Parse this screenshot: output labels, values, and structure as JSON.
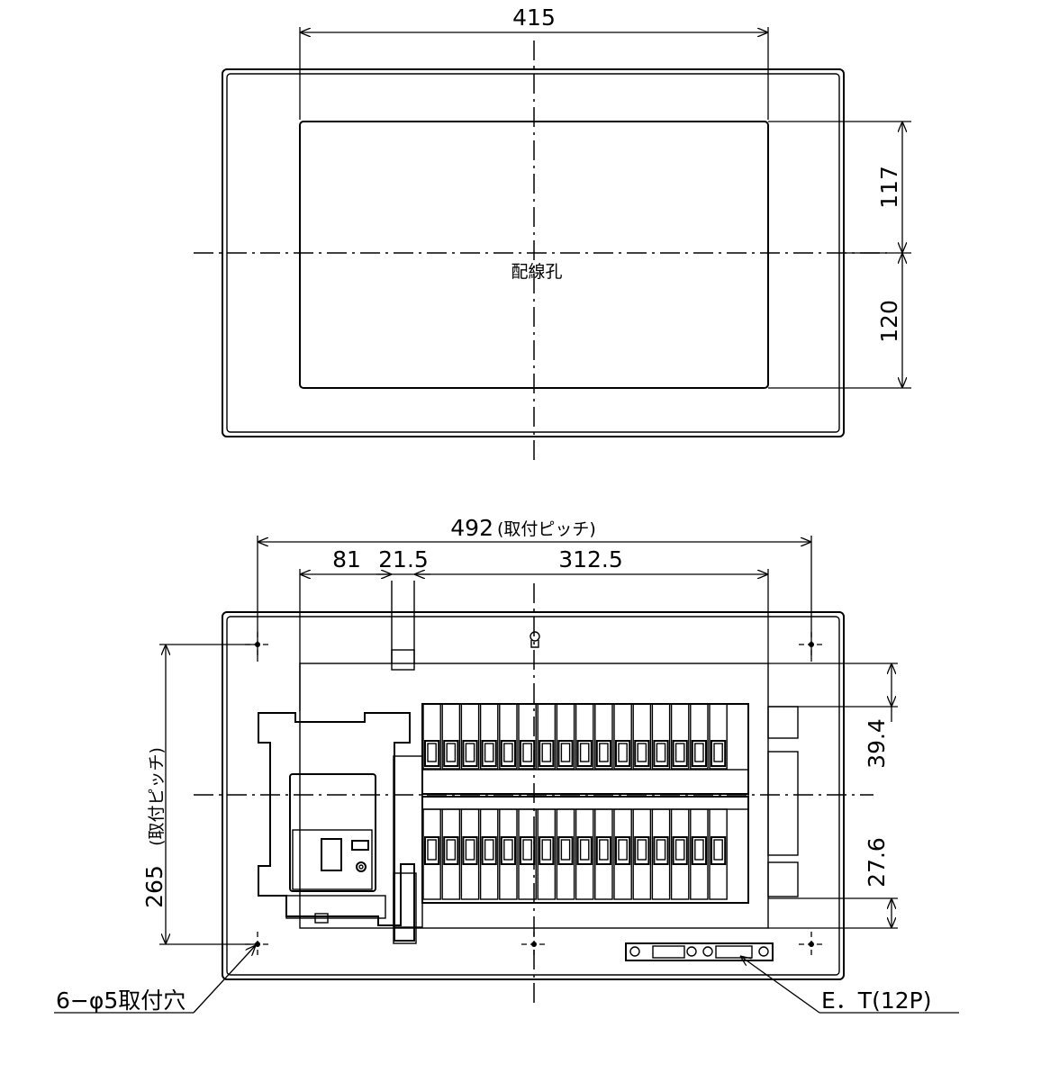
{
  "top_view": {
    "width_dim": "415",
    "upper_height_dim": "117",
    "lower_height_dim": "120",
    "hole_label": "配線孔"
  },
  "front_view": {
    "pitch_dim": "492",
    "pitch_note": "(取付ピッチ)",
    "dim_81": "81",
    "dim_21_5": "21.5",
    "dim_312_5": "312.5",
    "height_pitch_dim": "265",
    "height_pitch_note": "(取付ピッチ)",
    "dim_39_4": "39.4",
    "dim_27_6": "27.6",
    "mount_hole_callout": "6−φ5取付穴",
    "et_callout": "E．T(12P)"
  }
}
